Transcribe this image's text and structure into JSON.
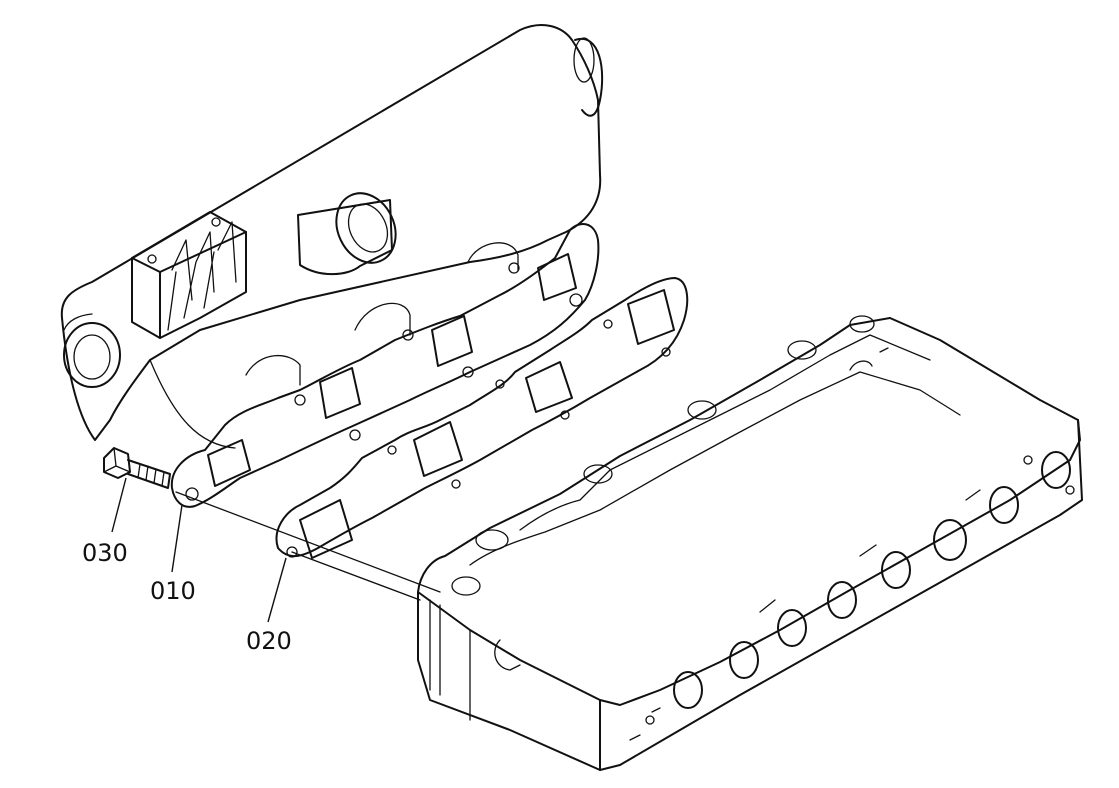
{
  "callouts": {
    "bolt": "030",
    "manifold": "010",
    "gasket": "020"
  },
  "colors": {
    "line": "#111111",
    "background": "#ffffff"
  }
}
